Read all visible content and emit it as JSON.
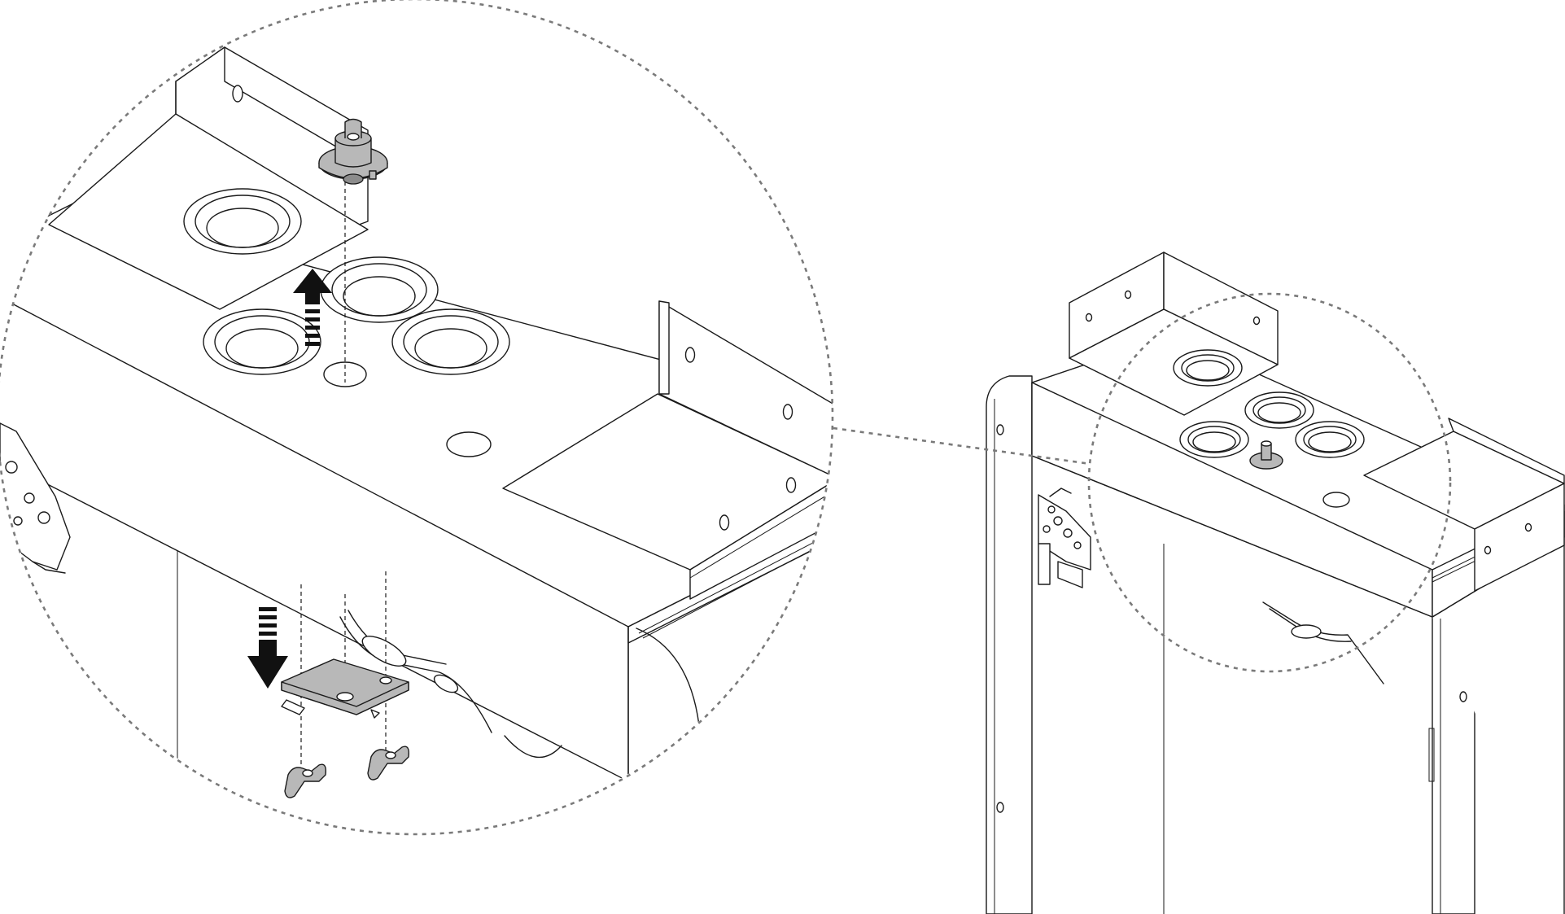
{
  "figure": {
    "colors": {
      "line": "#1a1a1a",
      "dashed_circle": "#7a7a7a",
      "part_fill": "#b8b8b8",
      "arrow": "#111111",
      "background": "#ffffff"
    },
    "icons": [
      "arrow-up-icon",
      "arrow-down-icon"
    ],
    "parts": [
      "stud-with-washer",
      "clamp-plate",
      "wing-nut",
      "wing-nut"
    ]
  }
}
